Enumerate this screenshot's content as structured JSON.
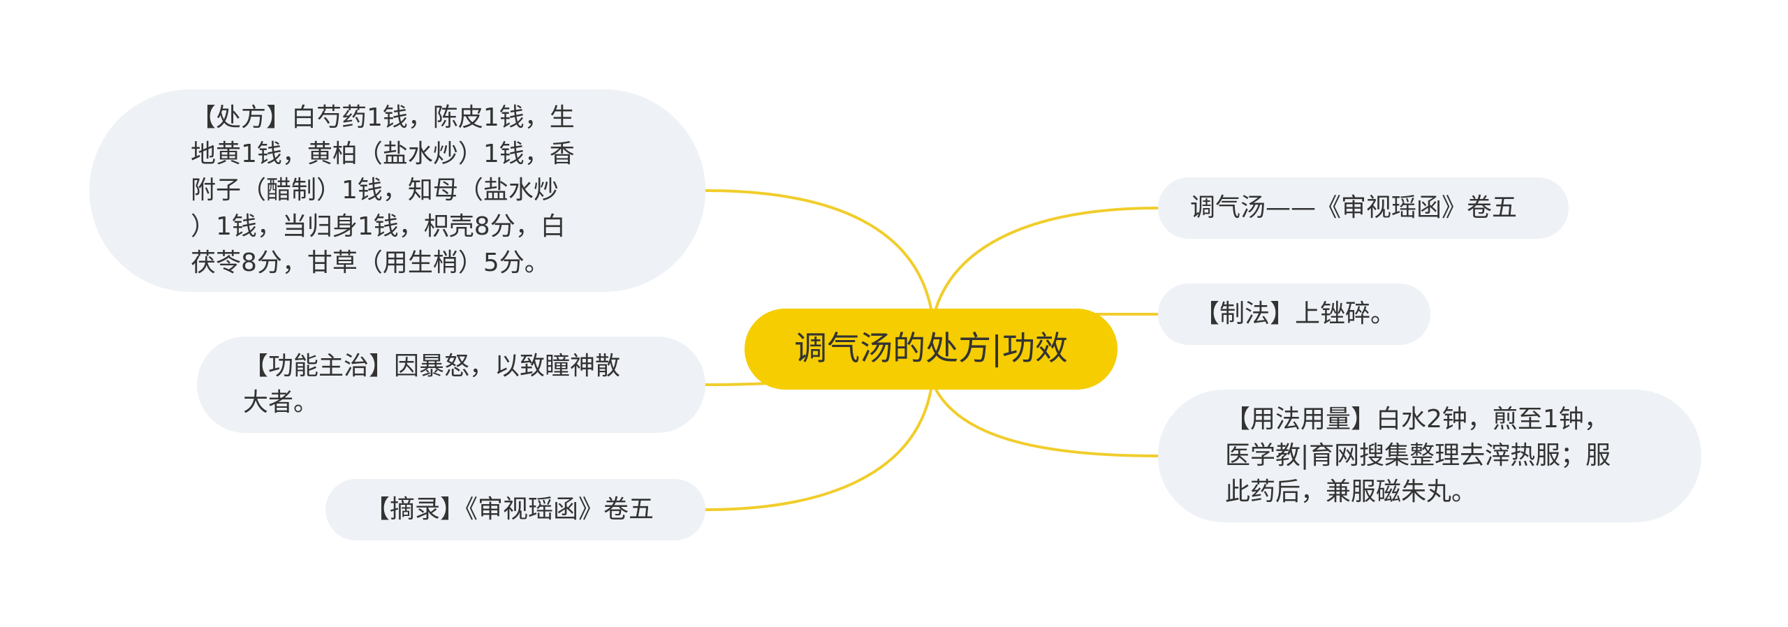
{
  "colors": {
    "central_fill": "#f5cd00",
    "node_fill": "#eef1f5",
    "link_stroke": "#f1cd2b",
    "text": "#333333"
  },
  "mindmap": {
    "central": "调气汤的处方|功效",
    "left": [
      {
        "id": "prescription",
        "lines": [
          "【处方】白芍药1钱，陈皮1钱，生",
          "地黄1钱，黄柏（盐水炒）1钱，香",
          "附子（醋制）1钱，知母（盐水炒",
          "）1钱，当归身1钱，枳壳8分，白",
          "茯苓8分，甘草（用生梢）5分。"
        ]
      },
      {
        "id": "efficacy",
        "lines": [
          "【功能主治】因暴怒，以致瞳神散",
          "大者。"
        ]
      },
      {
        "id": "excerpt",
        "lines": [
          "【摘录】《审视瑶函》卷五"
        ]
      }
    ],
    "right": [
      {
        "id": "source",
        "lines": [
          "调气汤——《审视瑶函》卷五"
        ]
      },
      {
        "id": "method",
        "lines": [
          "【制法】上锉碎。"
        ]
      },
      {
        "id": "usage",
        "lines": [
          "【用法用量】白水2钟，煎至1钟，",
          "医学教|育网搜集整理去滓热服；服",
          "此药后，兼服磁朱丸。"
        ]
      }
    ]
  }
}
